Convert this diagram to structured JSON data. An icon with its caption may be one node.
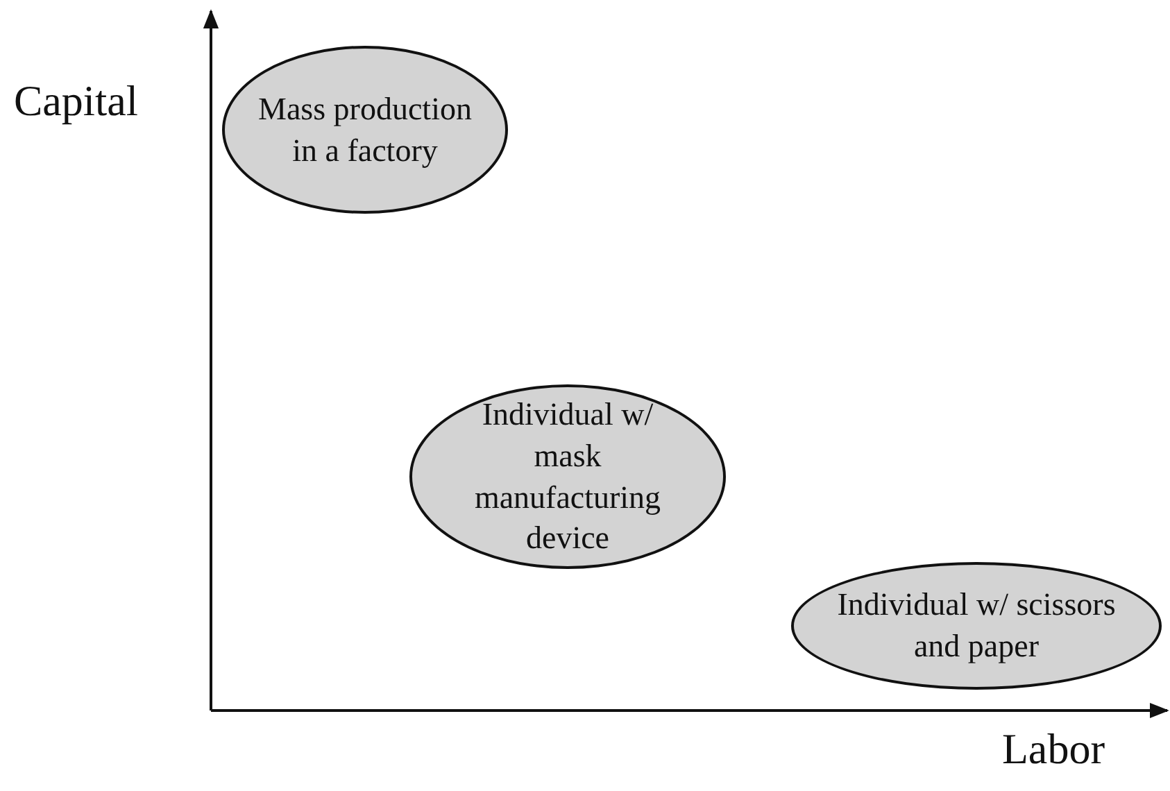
{
  "diagram": {
    "nodes": [
      {
        "text": [
          "Mass production in a factory"
        ]
      },
      {
        "text": [
          "Individual w/ mask manufacturing device"
        ]
      },
      {
        "text": [
          "Individual w/ scissors and paper"
        ]
      }
    ],
    "labels": [
      "Capital",
      "Labor"
    ]
  }
}
